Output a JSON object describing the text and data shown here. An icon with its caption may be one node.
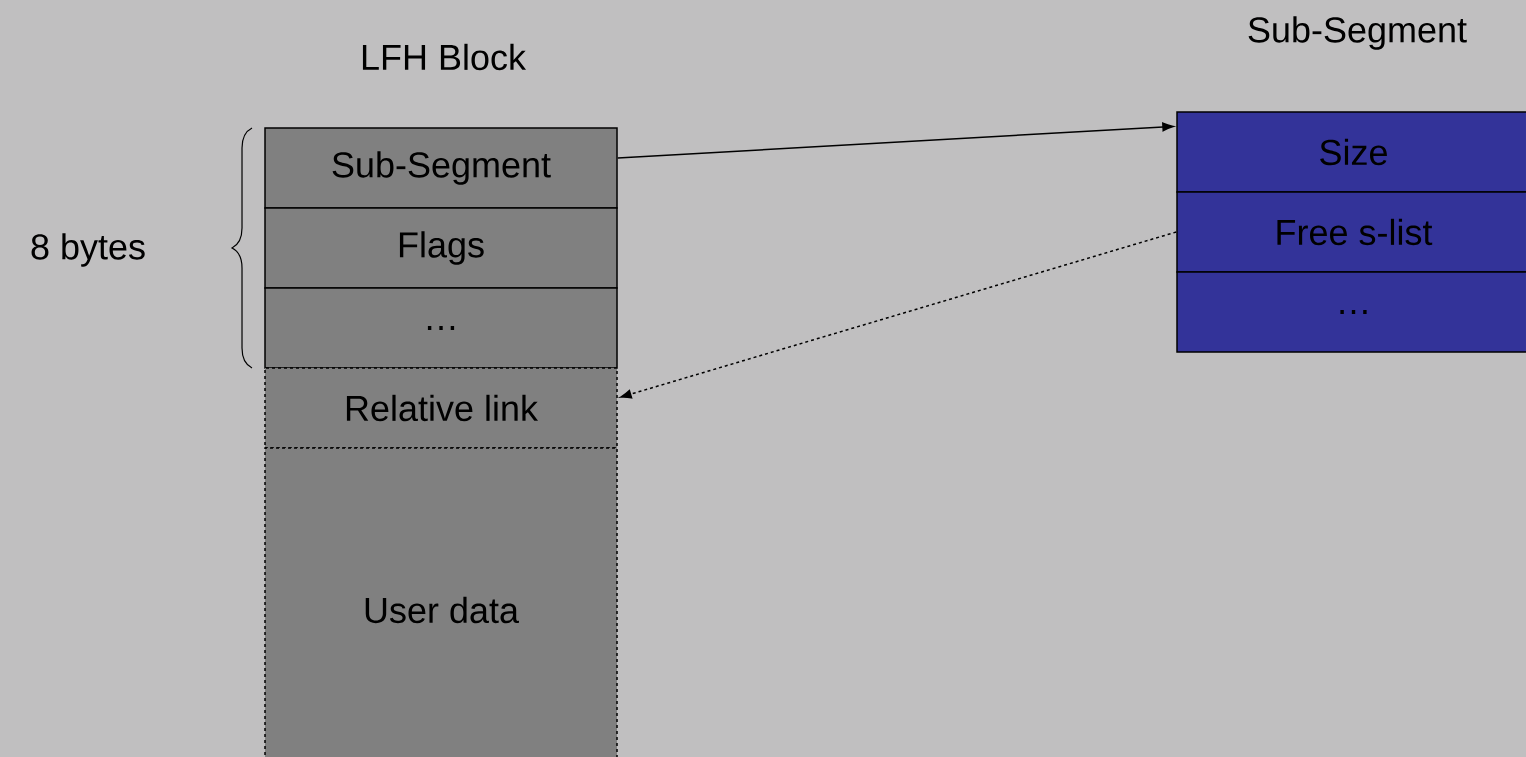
{
  "diagram": {
    "nodes": [
      {
        "text": [
          "Sub-Segment"
        ]
      },
      {
        "text": [
          "Flags"
        ]
      },
      {
        "text": [
          "…"
        ]
      },
      {
        "text": [
          "Relative link"
        ]
      },
      {
        "text": [
          "User data"
        ]
      },
      {
        "text": [
          "Size"
        ]
      },
      {
        "text": [
          "Free s-list"
        ]
      },
      {
        "text": [
          "…"
        ]
      }
    ],
    "edges": [
      {
        "from": 0,
        "to": 5,
        "arrow": "to"
      },
      {
        "from": 6,
        "to": 3,
        "arrow": "to",
        "style": "dashed"
      }
    ],
    "labels": [
      "Sub-Segment",
      "LFH Block",
      "8 bytes"
    ]
  }
}
